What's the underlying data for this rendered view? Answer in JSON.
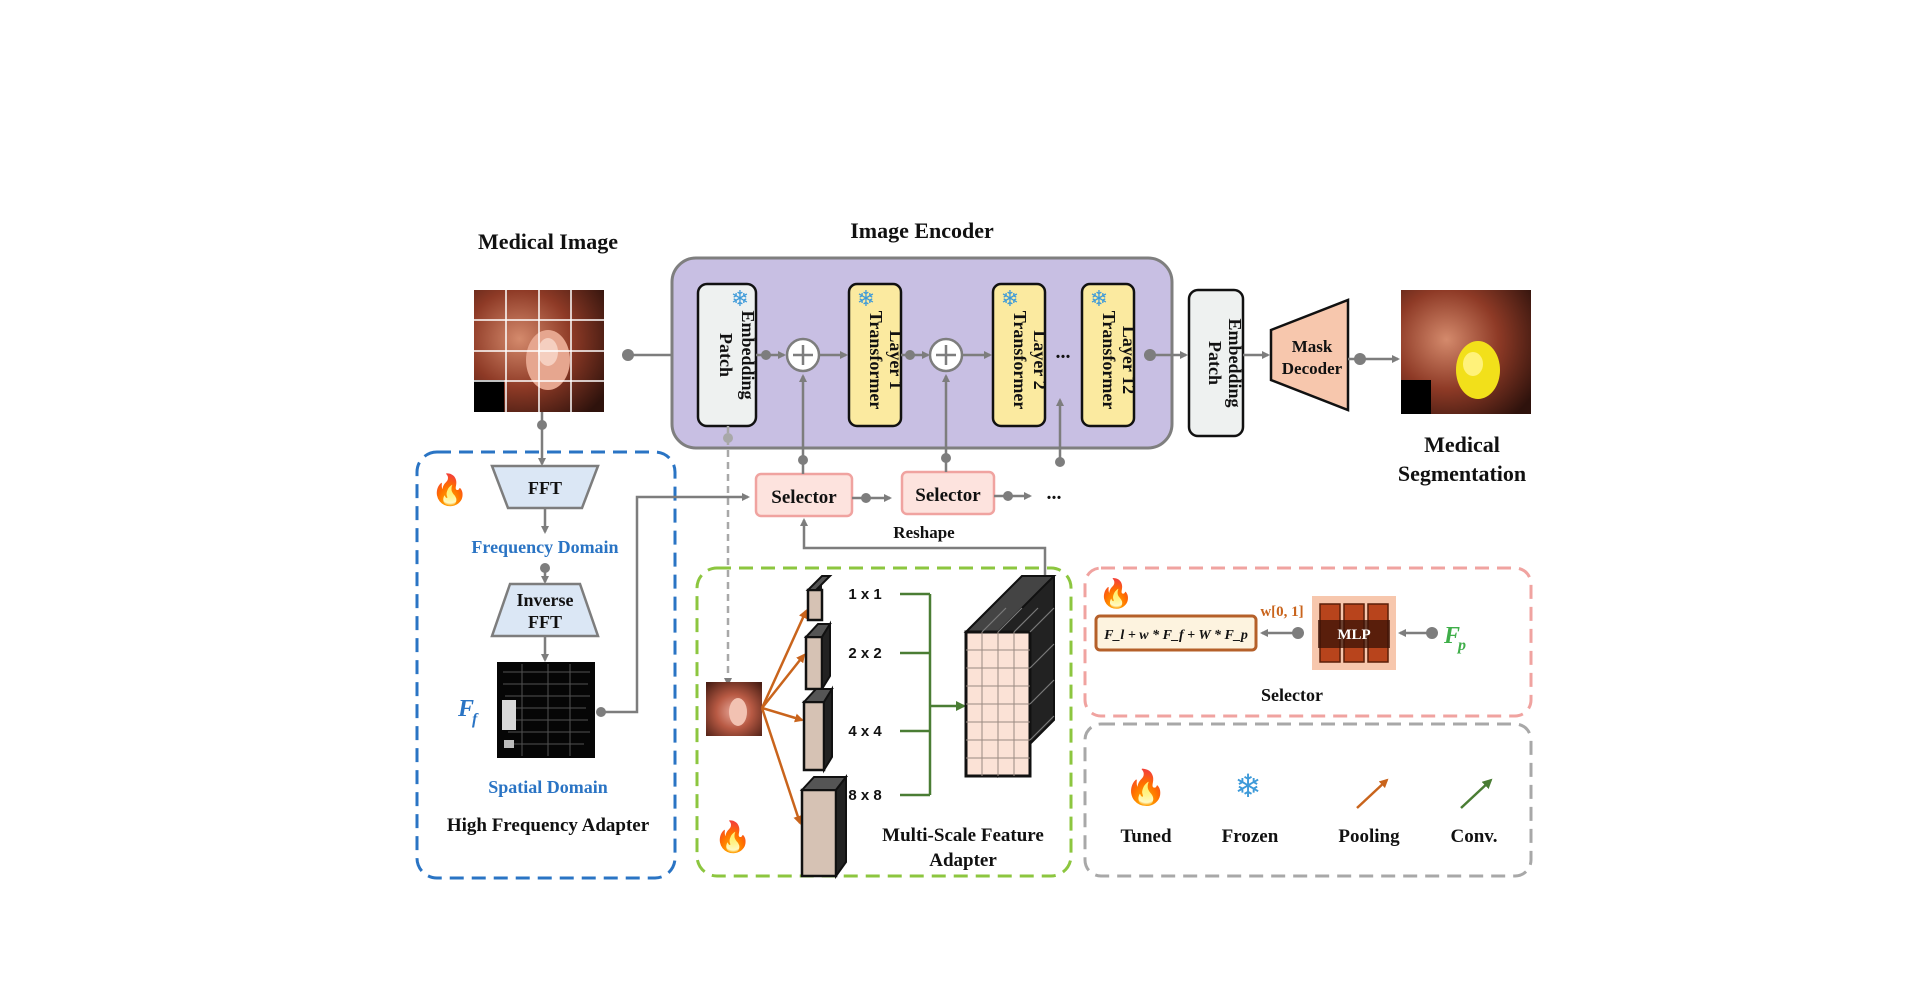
{
  "titles": {
    "medical_image": "Medical Image",
    "image_encoder": "Image Encoder",
    "medical_segmentation_1": "Medical",
    "medical_segmentation_2": "Segmentation"
  },
  "encoder": {
    "patch_embedding_1": "Patch",
    "patch_embedding_2": "Embedding",
    "layer1_1": "Transformer",
    "layer1_2": "Layer 1",
    "layer2_1": "Transformer",
    "layer2_2": "Layer 2",
    "layer12_1": "Transformer",
    "layer12_2": "Layer 12",
    "ellipsis": "..."
  },
  "decoder": {
    "patch_embedding_1": "Patch",
    "patch_embedding_2": "Embedding",
    "mask_decoder_1": "Mask",
    "mask_decoder_2": "Decoder"
  },
  "selectors": {
    "selector_1": "Selector",
    "selector_2": "Selector",
    "ellipsis": "...",
    "reshape": "Reshape"
  },
  "hfa": {
    "fft": "FFT",
    "frequency_domain": "Frequency Domain",
    "inverse_1": "Inverse",
    "inverse_2": "FFT",
    "ff_symbol": "F",
    "ff_sub": "f",
    "spatial_domain": "Spatial Domain",
    "title": "High Frequency Adapter"
  },
  "msfa": {
    "scale_1": "1 x 1",
    "scale_2": "2 x 2",
    "scale_3": "4 x 4",
    "scale_4": "8 x 8",
    "title_1": "Multi-Scale Feature",
    "title_2": "Adapter"
  },
  "selector_detail": {
    "formula": "F_l + w * F_f + W * F_p",
    "weight": "w[0, 1]",
    "mlp": "MLP",
    "fp_symbol": "F",
    "fp_sub": "p",
    "title": "Selector"
  },
  "legend": {
    "tuned": "Tuned",
    "frozen": "Frozen",
    "pooling": "Pooling",
    "conv": "Conv."
  },
  "colors": {
    "encoder_fill": "#c8bfe3",
    "layer_fill": "#fbeaa0",
    "hfa_border": "#2a74c4",
    "msfa_border": "#8cc63f",
    "selector_border": "#f0a3a0",
    "legend_border": "#a8a8a8",
    "pooling_arrow": "#c9641c",
    "conv_arrow": "#4a7d34",
    "blue_text": "#2a74c4"
  }
}
